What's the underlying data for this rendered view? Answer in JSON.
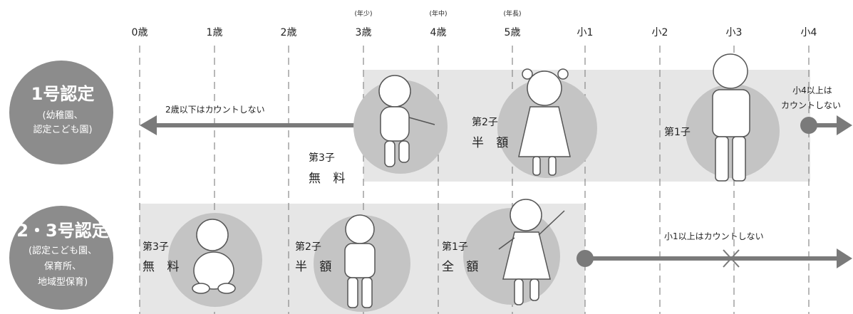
{
  "columns": [
    {
      "label": "0歳",
      "sub": ""
    },
    {
      "label": "1歳",
      "sub": ""
    },
    {
      "label": "2歳",
      "sub": ""
    },
    {
      "label": "3歳",
      "sub": "(年少)"
    },
    {
      "label": "4歳",
      "sub": "(年中)"
    },
    {
      "label": "5歳",
      "sub": "(年長)"
    },
    {
      "label": "小1",
      "sub": ""
    },
    {
      "label": "小2",
      "sub": ""
    },
    {
      "label": "小3",
      "sub": ""
    },
    {
      "label": "小4",
      "sub": ""
    }
  ],
  "row1": {
    "badge": {
      "title": "1号認定",
      "lines": [
        "(幼稚園、",
        "認定こども園)"
      ]
    },
    "arrow_left_label": "2歳以下はカウントしない",
    "right_note_lines": [
      "小4以上は",
      "カウントしない"
    ],
    "child3": {
      "top": "第3子",
      "bottom": "無 料"
    },
    "child2": {
      "top": "第2子",
      "bottom": "半 額"
    },
    "child1": {
      "top": "第1子",
      "bottom": ""
    }
  },
  "row2": {
    "badge": {
      "title": "2・3号認定",
      "lines": [
        "(認定こども園、",
        "保育所、",
        "地域型保育)"
      ]
    },
    "right_note": "小1以上はカウントしない",
    "child3": {
      "top": "第3子",
      "bottom": "無 料"
    },
    "child2": {
      "top": "第2子",
      "bottom": "半 額"
    },
    "child1": {
      "top": "第1子",
      "bottom": "全 額"
    }
  },
  "colors": {
    "badge": "#8c8c8c",
    "band": "#e6e6e6",
    "circle": "#c4c4c4",
    "arrow": "#7a7a7a",
    "dash": "#888888"
  }
}
